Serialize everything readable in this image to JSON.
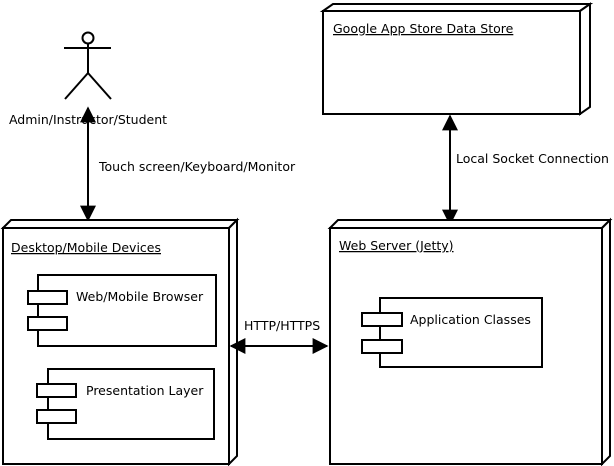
{
  "actor": {
    "label": "Admin/Instructor/Student"
  },
  "connections": {
    "actor_to_devices": "Touch screen/Keyboard/Monitor",
    "datastore_to_server": "Local Socket Connection",
    "devices_to_server": "HTTP/HTTPS"
  },
  "nodes": {
    "datastore": {
      "title": "Google App Store Data Store"
    },
    "devices": {
      "title": "Desktop/Mobile Devices",
      "components": [
        {
          "label": "Web/Mobile Browser"
        },
        {
          "label": "Presentation Layer"
        }
      ]
    },
    "server": {
      "title": "Web Server (Jetty)",
      "components": [
        {
          "label": "Application Classes"
        }
      ]
    }
  },
  "colors": {
    "stroke": "#000000",
    "fill": "#ffffff"
  }
}
